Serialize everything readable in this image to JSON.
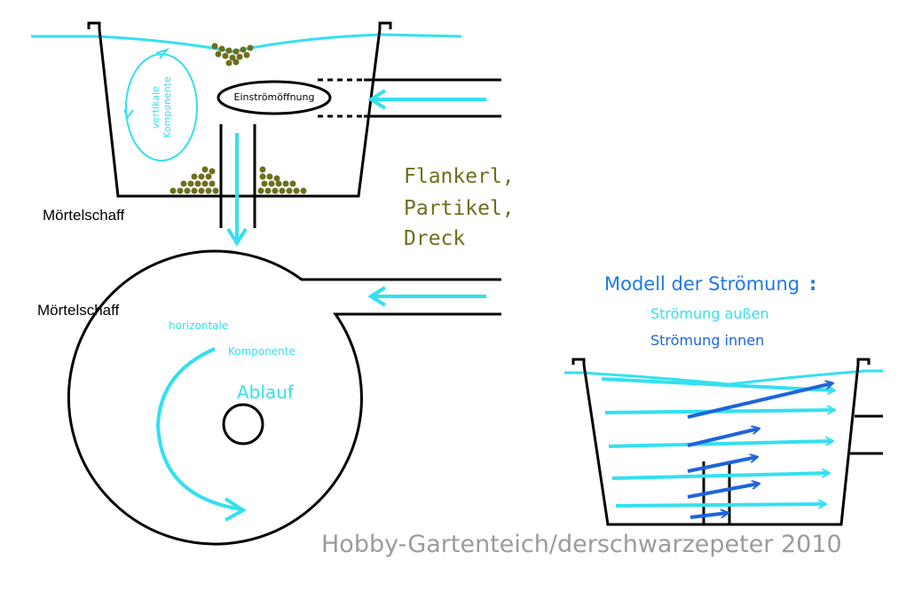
{
  "colors": {
    "water": "#33e0f0",
    "dirt": "#6e6e1e",
    "outline": "#000000",
    "accent": "#1e78e6",
    "inner": "#1e64dc",
    "outer": "#33e0f0",
    "watermark": "#8a8a8a"
  },
  "labels": {
    "inflow": "Einströmöffnung",
    "tub_top": "Mörtelschaff",
    "tub_bottom": "Mörtelschaff",
    "vertical_line1": "vertikale",
    "vertical_line2": "Komponente",
    "dirt_line1": "Flankerl,",
    "dirt_line2": "Partikel,",
    "dirt_line3": "Dreck",
    "horizontal_line1": "horizontale",
    "horizontal_line2": "Komponente",
    "drain": "Ablauf",
    "model_title": "Modell der Strömung",
    "model_colon": ":",
    "flow_outer": "Strömung außen",
    "flow_inner": "Strömung innen",
    "watermark": "Hobby-Gartenteich/derschwarzepeter 2010"
  }
}
